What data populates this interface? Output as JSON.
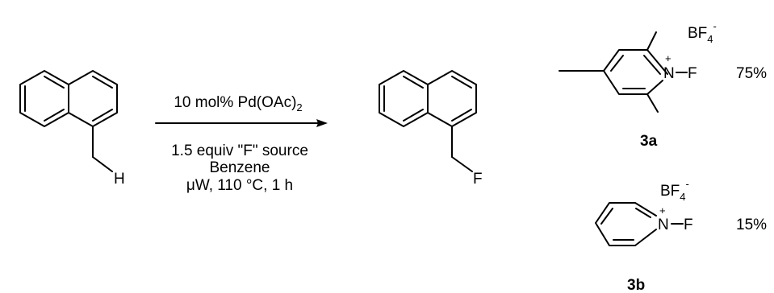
{
  "reactant": {
    "atom_label": "H"
  },
  "product": {
    "atom_label": "F"
  },
  "conditions": {
    "catalyst_main": "10 mol% Pd(OAc)",
    "catalyst_sub": "2",
    "line1": "1.5 equiv \"F\" source",
    "line2": "Benzene",
    "line3": "μW, 110 °C, 1 h"
  },
  "reagents": [
    {
      "label": "3a",
      "atom_n": "N",
      "charge": "+",
      "atom_f": "F",
      "counterion_main": "BF",
      "counterion_sub": "4",
      "counterion_sup": "-",
      "yield": "75%"
    },
    {
      "label": "3b",
      "atom_n": "N",
      "charge": "+",
      "atom_f": "F",
      "counterion_main": "BF",
      "counterion_sub": "4",
      "counterion_sup": "-",
      "yield": "15%"
    }
  ]
}
